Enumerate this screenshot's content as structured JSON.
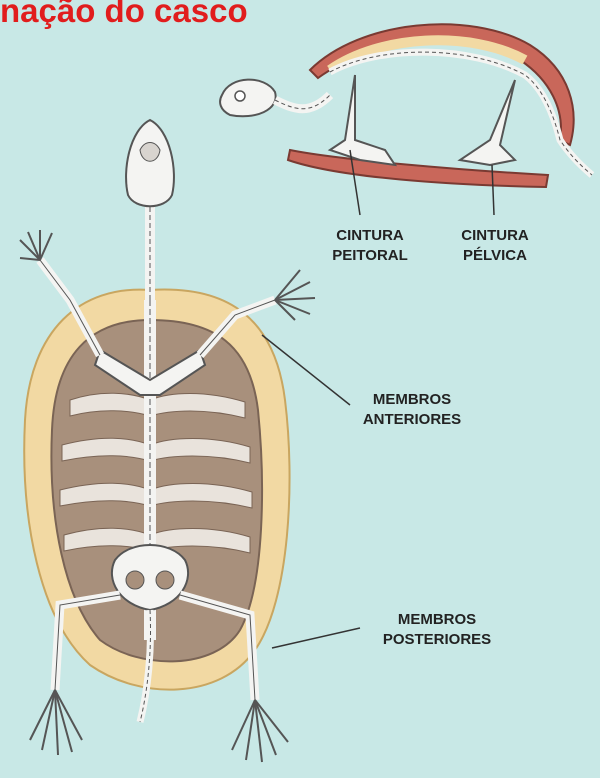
{
  "title": "nação do casco",
  "labels": {
    "cintura_peitoral": [
      "CINTURA",
      "PEITORAL"
    ],
    "cintura_pelvica": [
      "CINTURA",
      "PÉLVICA"
    ],
    "membros_anteriores": [
      "MEMBROS",
      "ANTERIORES"
    ],
    "membros_posteriores": [
      "MEMBROS",
      "POSTERIORES"
    ]
  },
  "colors": {
    "background": "#c8e8e6",
    "title": "#e11d1d",
    "shell_outer": "#f2d9a3",
    "shell_inner": "#a8907c",
    "bone": "#f4f4f2",
    "carapace_side": "#c9675a",
    "leader_line": "#333333"
  }
}
